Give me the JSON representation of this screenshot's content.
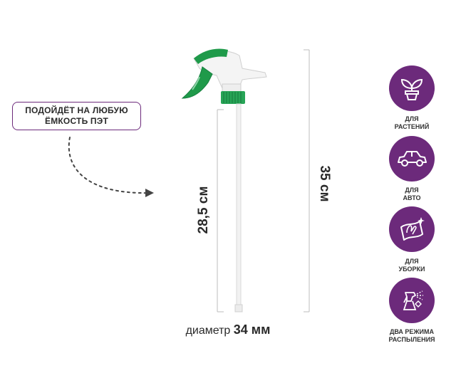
{
  "callout": {
    "line1": "ПОДОЙДЁТ НА ЛЮБУЮ",
    "line2": "ЁМКОСТЬ ПЭТ"
  },
  "dimensions": {
    "height_total": "35 см",
    "tube_length": "28,5 см",
    "diameter_prefix": "диаметр",
    "diameter_value": "34 мм"
  },
  "features": [
    {
      "icon": "plant-pot-icon",
      "line1": "ДЛЯ",
      "line2": "РАСТЕНИЙ"
    },
    {
      "icon": "car-icon",
      "line1": "ДЛЯ",
      "line2": "АВТО"
    },
    {
      "icon": "cleaning-cloth-icon",
      "line1": "ДЛЯ",
      "line2": "УБОРКИ"
    },
    {
      "icon": "spray-trigger-icon",
      "line1": "ДВА РЕЖИМА",
      "line2": "РАСПЫЛЕНИЯ"
    }
  ],
  "colors": {
    "accent": "#6c2a7b",
    "sprayer_green": "#1f9a4a"
  }
}
